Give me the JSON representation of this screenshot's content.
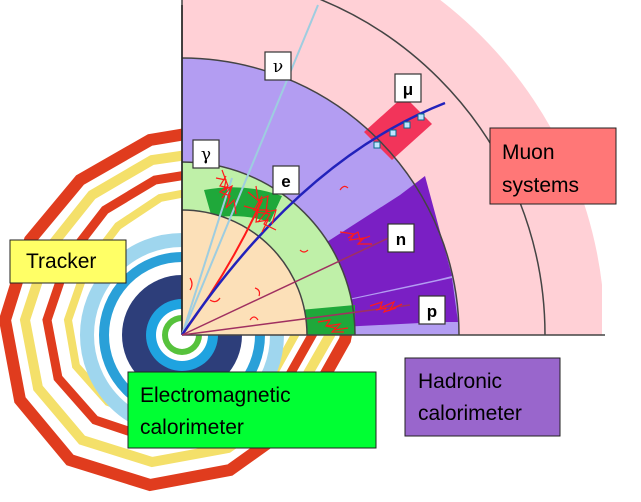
{
  "labels": {
    "tracker": "Tracker",
    "electromagnetic": [
      "Electromagnetic",
      "calorimeter"
    ],
    "hadronic": [
      "Hadronic",
      "calorimeter"
    ],
    "muon": [
      "Muon",
      "systems"
    ]
  },
  "particles": {
    "neutrino": "ν",
    "muon": "μ",
    "photon": "γ",
    "electron": "e",
    "neutron": "n",
    "proton": "p"
  },
  "colors": {
    "tracker_box": "#ffff66",
    "em_box": "#00ff33",
    "hadronic_box": "#9966cc",
    "muon_box": "#ff7777",
    "tracker_region": "#fce0b8",
    "em_region": "#bff0a8",
    "em_dark": "#1fa83a",
    "hadronic_region": "#b39df2",
    "hadronic_dark": "#7a1fc4",
    "muon_region": "#ffd0d6",
    "muon_band": "#f2345a",
    "muon_track": "#2222bb",
    "shower": "#ff1a1a",
    "neutrino_track": "#9ecde0"
  }
}
